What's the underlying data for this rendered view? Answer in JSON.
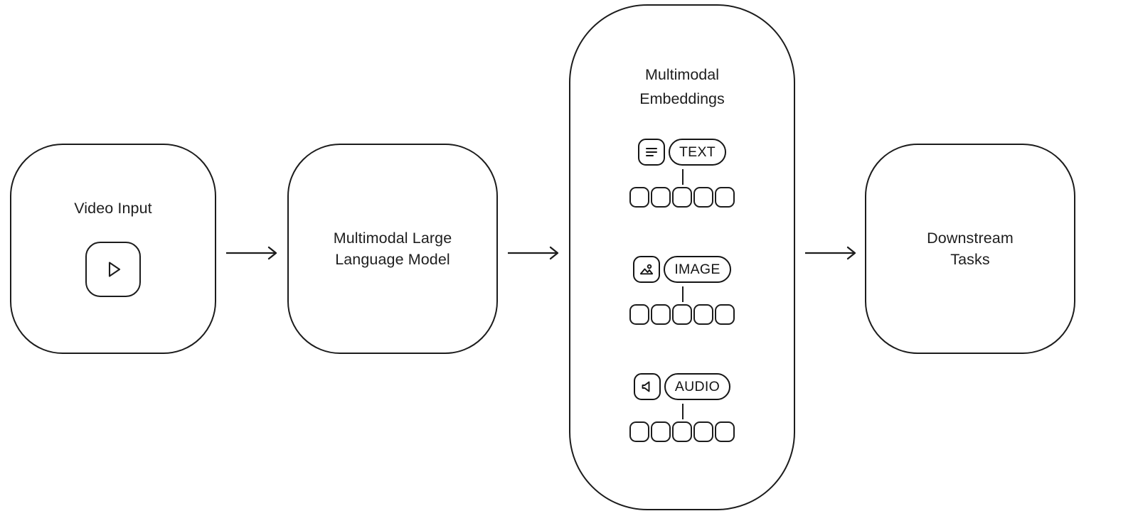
{
  "diagram": {
    "title": "Multimodal video embedding pipeline",
    "stroke_color": "#1c1c1c",
    "text_color": "#1e1e1e",
    "background_color": "#ffffff"
  },
  "stages": {
    "video_input": {
      "label": "Video Input",
      "icon": "play-icon"
    },
    "mllm": {
      "label": "Multimodal Large\nLanguage Model"
    },
    "embeddings_panel": {
      "title": "Multimodal\nEmbeddings",
      "modalities": [
        {
          "id": "text",
          "label": "TEXT",
          "icon": "text-lines-icon",
          "cells": 5
        },
        {
          "id": "image",
          "label": "IMAGE",
          "icon": "picture-icon",
          "cells": 5
        },
        {
          "id": "audio",
          "label": "AUDIO",
          "icon": "speaker-icon",
          "cells": 5
        }
      ]
    },
    "downstream": {
      "label": "Downstream\nTasks"
    }
  },
  "arrows": [
    {
      "id": "arrow-video-to-mllm",
      "icon": "arrow-right-icon"
    },
    {
      "id": "arrow-mllm-to-embeddings",
      "icon": "arrow-right-icon"
    },
    {
      "id": "arrow-embeddings-to-downstream",
      "icon": "arrow-right-icon"
    }
  ]
}
